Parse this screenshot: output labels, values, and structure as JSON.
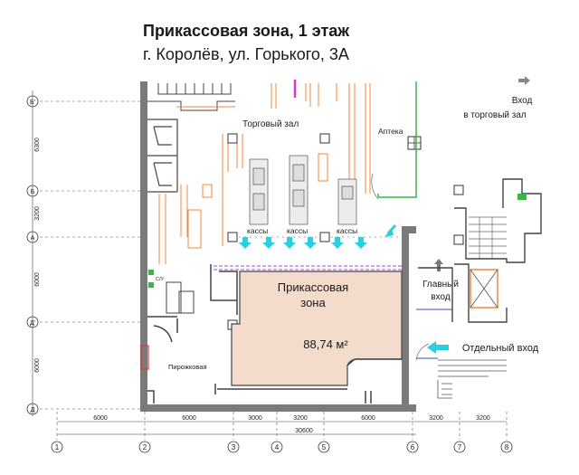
{
  "header": {
    "title": "Прикассовая зона, 1 этаж",
    "address": "г. Королёв, ул. Горького, 3А"
  },
  "zones": {
    "hall": "Торговый зал",
    "pharmacy": "Аптека",
    "checkout_1": "кассы",
    "checkout_2": "кассы",
    "checkout_3": "кассы",
    "bakery": "Пирожковая",
    "wc": "С/У",
    "target_line1": "Прикассовая",
    "target_line2": "зона",
    "target_area": "88,74 м²"
  },
  "entrances": {
    "to_hall_line1": "Вход",
    "to_hall_line2": "в торговый зал",
    "main_line1": "Главный",
    "main_line2": "вход",
    "separate": "Отдельный вход"
  },
  "axes": {
    "rows": [
      "Б'",
      "Б",
      "А",
      "Д'",
      "Д"
    ],
    "columns": [
      "1",
      "2",
      "3",
      "4",
      "5",
      "6",
      "7",
      "8"
    ],
    "left_dims": [
      "6300",
      "3200",
      "6000",
      "6000"
    ],
    "bottom_dims": [
      "6000",
      "6000",
      "3000",
      "3200",
      "6000",
      "3200",
      "3200"
    ],
    "total": "30600"
  },
  "colors": {
    "wall": "#4a4a4a",
    "zone_fill": "#f3dccb",
    "arrow": "#2ad0e0",
    "orange": "#f08a3c",
    "purple": "#a24fd6",
    "green": "#3ab54a"
  }
}
